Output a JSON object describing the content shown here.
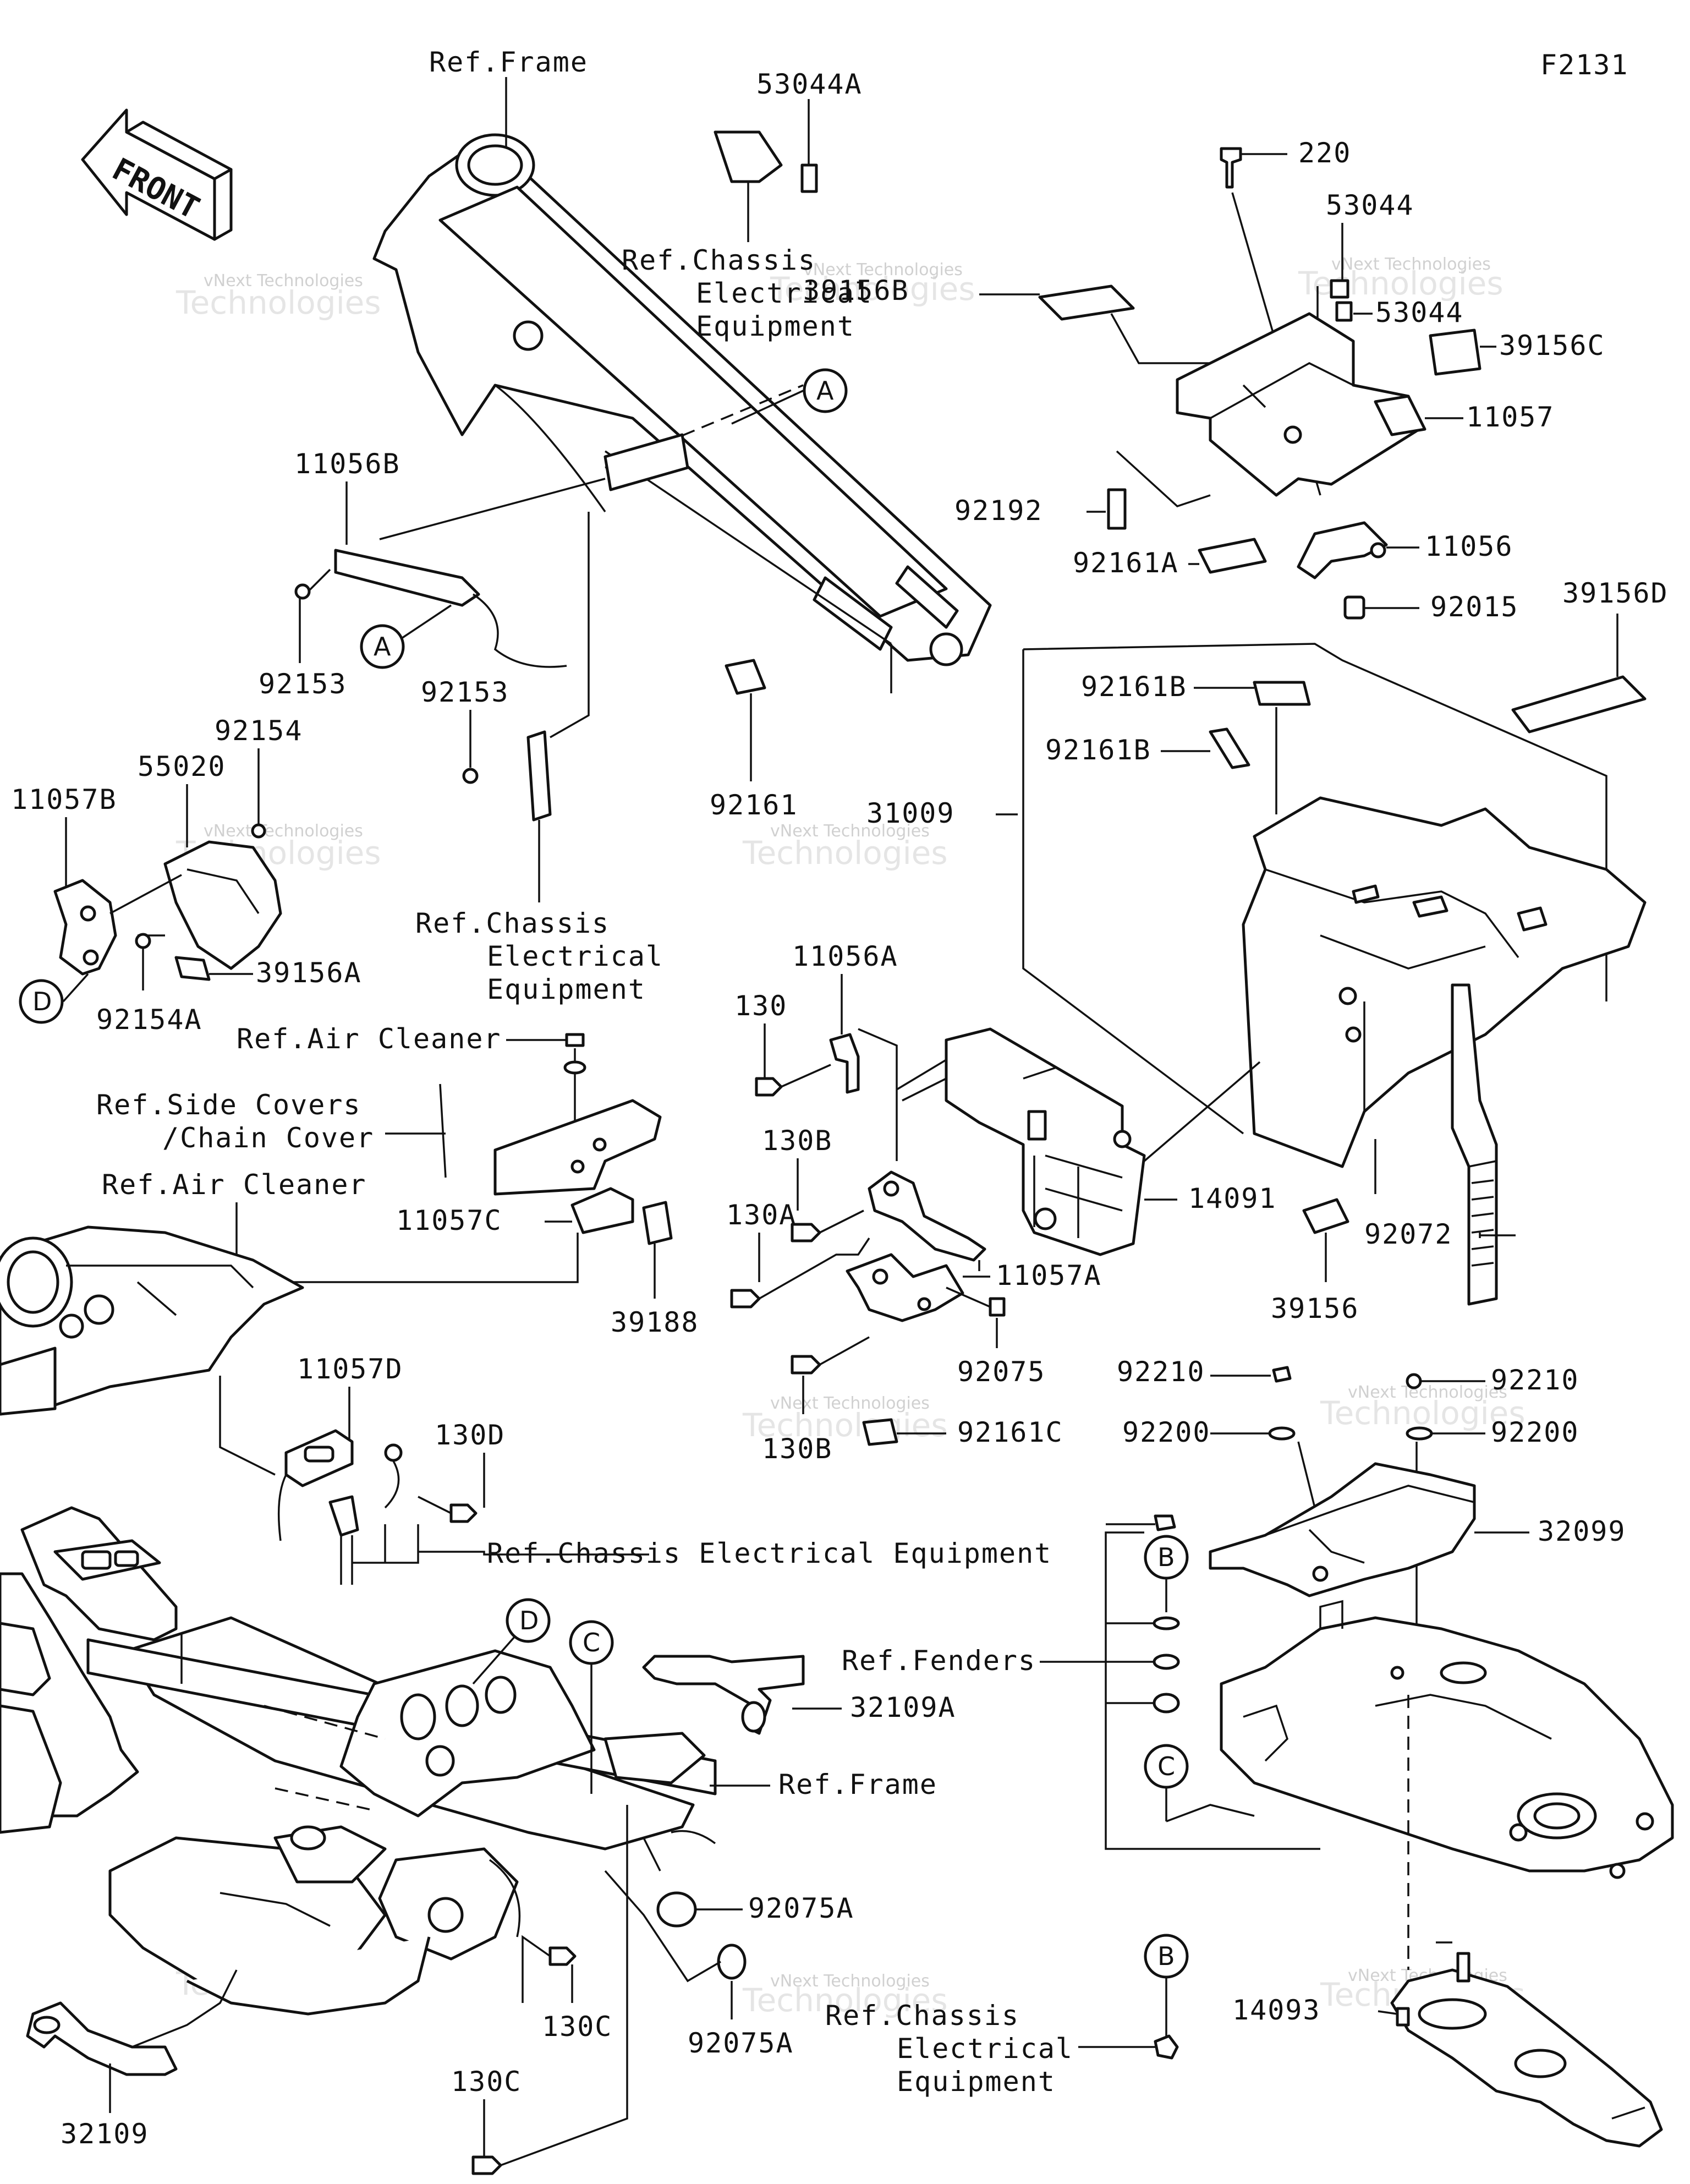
{
  "figure_code": "F2131",
  "front_label": "FRONT",
  "watermark": {
    "line1": "vNext Technologies",
    "line2": "Technologies"
  },
  "callouts": {
    "A": "A",
    "B": "B",
    "C": "C",
    "D": "D"
  },
  "labels": {
    "ref_frame_top": "Ref.Frame",
    "p53044A": "53044A",
    "ref_chassis_1a": "Ref.Chassis",
    "ref_chassis_1b": "Electrical",
    "ref_chassis_1c": "Equipment",
    "p220": "220",
    "p53044_1": "53044",
    "p53044_2": "53044",
    "p39156B": "39156B",
    "p39156C": "39156C",
    "p11057": "11057",
    "p92192": "92192",
    "p92161A": "92161A",
    "p11056": "11056",
    "p92015": "92015",
    "p39156D": "39156D",
    "p92161B_1": "92161B",
    "p92161B_2": "92161B",
    "p31009": "31009",
    "p11056B": "11056B",
    "p92153_1": "92153",
    "p92153_2": "92153",
    "p92161": "92161",
    "p92154": "92154",
    "p55020": "55020",
    "p11057B": "11057B",
    "p39156A": "39156A",
    "p92154A": "92154A",
    "ref_chassis_2a": "Ref.Chassis",
    "ref_chassis_2b": "Electrical",
    "ref_chassis_2c": "Equipment",
    "p11056A": "11056A",
    "p130": "130",
    "p130B_1": "130B",
    "p130A": "130A",
    "p14091": "14091",
    "p11057A": "11057A",
    "p92075": "92075",
    "p130B_2": "130B",
    "p92161C": "92161C",
    "p39156": "39156",
    "p92072": "92072",
    "ref_air_cleaner_1": "Ref.Air Cleaner",
    "ref_side_covers_a": "Ref.Side Covers",
    "ref_side_covers_b": "/Chain Cover",
    "ref_air_cleaner_2": "Ref.Air Cleaner",
    "p11057C": "11057C",
    "p39188": "39188",
    "p11057D": "11057D",
    "p130D": "130D",
    "ref_chassis_3": "Ref.Chassis Electrical Equipment",
    "p92210_1": "92210",
    "p92210_2": "92210",
    "p92200_1": "92200",
    "p92200_2": "92200",
    "p32099": "32099",
    "ref_fenders": "Ref.Fenders",
    "p32109A": "32109A",
    "ref_frame_mid": "Ref.Frame",
    "p92075A_1": "92075A",
    "p92075A_2": "92075A",
    "p130C_1": "130C",
    "p130C_2": "130C",
    "p32109": "32109",
    "ref_chassis_4a": "Ref.Chassis",
    "ref_chassis_4b": "Electrical",
    "ref_chassis_4c": "Equipment",
    "p14093": "14093"
  }
}
